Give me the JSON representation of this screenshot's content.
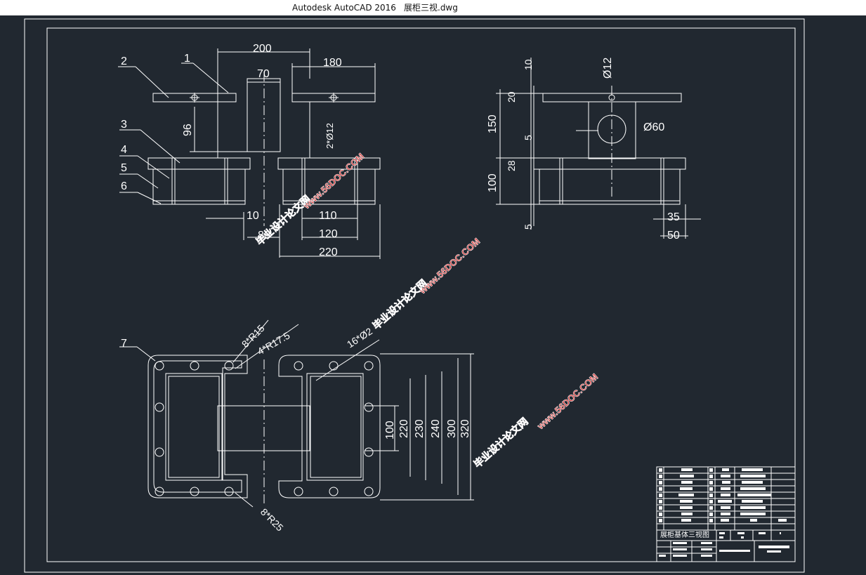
{
  "window": {
    "app_title": "Autodesk AutoCAD 2016",
    "file_name": "展柜三视.dwg"
  },
  "colors": {
    "canvas_bg": "#212830",
    "line": "#ffffff",
    "watermark": "#d42a2a"
  },
  "front_view": {
    "part_labels": [
      "1",
      "2",
      "3",
      "4",
      "5",
      "6"
    ],
    "dims": {
      "d200": "200",
      "d180": "180",
      "d70": "70",
      "d96": "96",
      "d2phi12": "2*Ø12",
      "d10": "10",
      "d80": "80",
      "d110": "110",
      "d120": "120",
      "d220": "220"
    }
  },
  "side_view": {
    "dims": {
      "d10": "10",
      "d20": "20",
      "d150": "150",
      "d5a": "5",
      "d28": "28",
      "d100": "100",
      "d5b": "5",
      "phi12": "Ø12",
      "phi60": "Ø60",
      "d35": "35",
      "d50": "50"
    }
  },
  "top_view": {
    "part_label": "7",
    "dims": {
      "r15": "8*R15",
      "r175": "4*R17.5",
      "hole16": "16*Ø2",
      "r25": "8*R25",
      "v100": "100",
      "v220": "220",
      "v230": "230",
      "v240": "240",
      "v300": "300",
      "v320": "320"
    }
  },
  "title_block": {
    "drawing_name": "展柜基体三视图"
  },
  "watermarks": [
    {
      "line1": "毕业设计论文网",
      "line2": "www.56DOC.COM"
    },
    {
      "line1": "毕业设计论文网",
      "line2": "www.56DOC.COM"
    },
    {
      "line1": "毕业设计论文网",
      "line2": "www.56DOC.COM"
    }
  ]
}
